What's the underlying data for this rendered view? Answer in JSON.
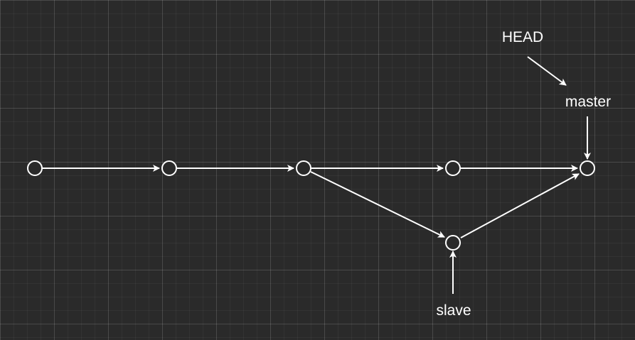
{
  "labels": {
    "head": "HEAD",
    "master": "master",
    "slave": "slave"
  },
  "colors": {
    "background": "#2a2a2a",
    "stroke": "#ffffff"
  }
}
